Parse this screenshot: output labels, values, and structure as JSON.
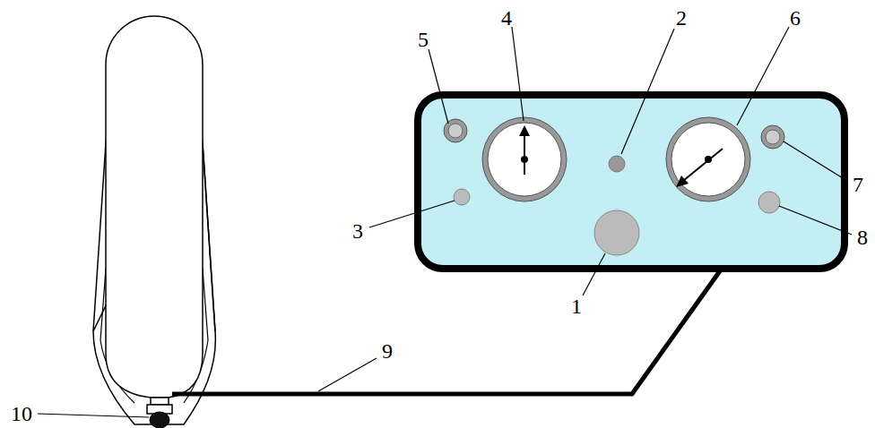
{
  "diagram": {
    "labels": [
      "5",
      "4",
      "2",
      "6",
      "7",
      "3",
      "8",
      "1",
      "9",
      "10"
    ]
  }
}
